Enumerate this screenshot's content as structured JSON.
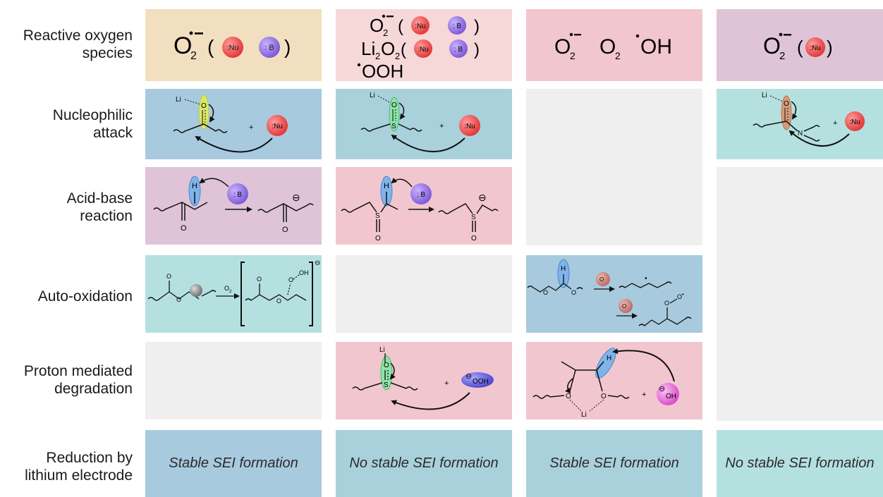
{
  "row_labels": {
    "ros": [
      "Reactive oxygen",
      "species"
    ],
    "nucleophilic": [
      "Nucleophilic",
      "attack"
    ],
    "acid_base": [
      "Acid-base",
      "reaction"
    ],
    "auto_oxidation": [
      "Auto-oxidation"
    ],
    "proton": [
      "Proton mediated",
      "degradation"
    ],
    "reduction": [
      "Reduction by",
      "lithium electrode"
    ]
  },
  "species": {
    "superoxide": "O",
    "superoxide_sub": "2",
    "lithium_peroxide": "Li",
    "lithium_peroxide_mid": "2",
    "lithium_peroxide_o": "O",
    "lithium_peroxide_sub": "2",
    "hydroperoxyl": "OOH",
    "oxygen": "O",
    "oxygen_sub": "2",
    "hydroxyl": "OH",
    "nucleophile": ":Nu",
    "base": ": B",
    "hydroperoxide_ion": "OOH",
    "hydroxide_ion": "OH",
    "plus": "+",
    "paren_open": "(",
    "paren_close": ")"
  },
  "atoms": {
    "li": "Li",
    "o": "O",
    "s": "S",
    "h": "H",
    "n": "N",
    "minus": "⊖",
    "dot": "•"
  },
  "sei": [
    "Stable SEI formation",
    "No stable SEI formation",
    "Stable SEI formation",
    "No stable SEI formation"
  ],
  "colors": {
    "tan": "#f2dfbf",
    "light_pink": "#f6d8d8",
    "pink": "#f2c6cf",
    "mauve": "#dfc4d7",
    "blue": "#a8cadf",
    "light_blue": "#a9d1dc",
    "teal": "#b5e0e0",
    "gray": "#efefef",
    "red_sphere": "#e63c3c",
    "purple_sphere": "#8a62d6",
    "blue_ellipse": "#7fb3ea",
    "green_ellipse": "#8fe3a8",
    "yellow_ellipse": "#d9e86a",
    "brown_ellipse": "#d79a78"
  }
}
